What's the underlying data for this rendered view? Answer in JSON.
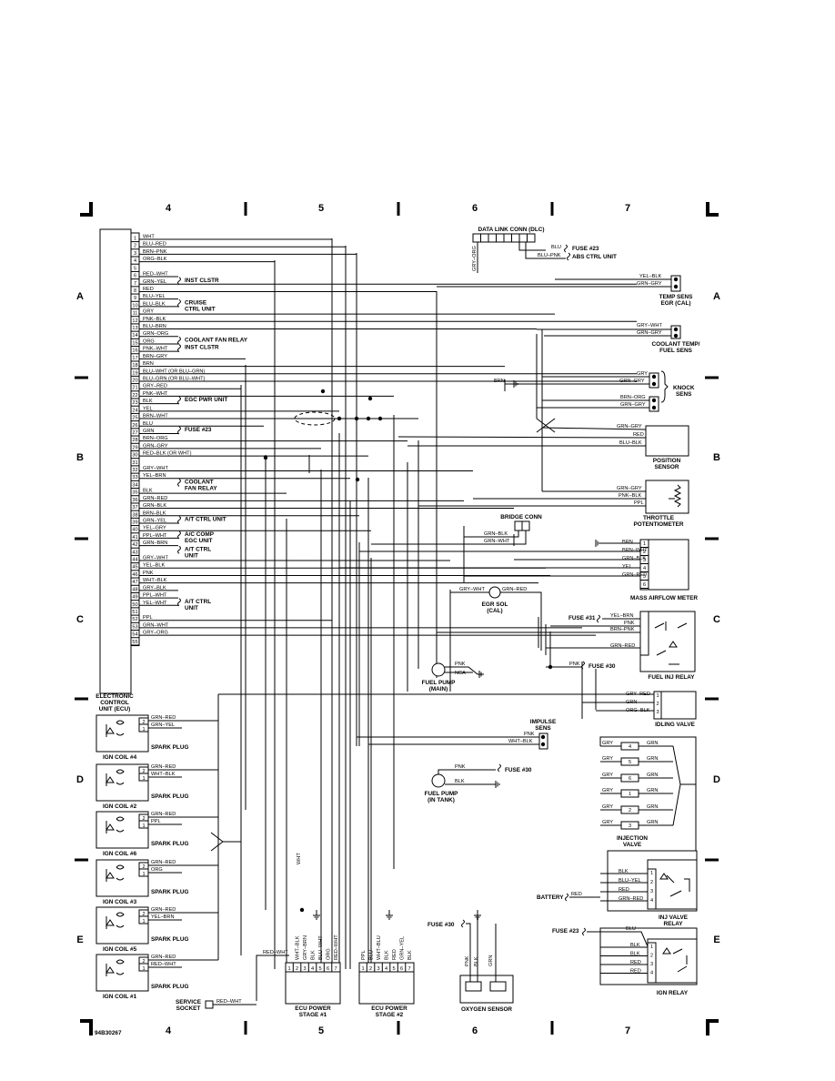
{
  "grid": {
    "columns": [
      "4",
      "5",
      "6",
      "7"
    ],
    "rows": [
      "A",
      "B",
      "C",
      "D",
      "E"
    ]
  },
  "figure_id": "94B30267",
  "ecu": {
    "label_lines": [
      "ELECTRONIC",
      "CONTROL",
      "UNIT (ECU)"
    ],
    "pins": [
      {
        "num": "1",
        "wire": "WHT"
      },
      {
        "num": "2",
        "wire": "BLU–RED"
      },
      {
        "num": "3",
        "wire": "BRN–PNK"
      },
      {
        "num": "4",
        "wire": "ORG–BLK"
      },
      {
        "num": "5",
        "wire": ""
      },
      {
        "num": "6",
        "wire": "RED–WHT"
      },
      {
        "num": "7",
        "wire": "GRN–YEL"
      },
      {
        "num": "8",
        "wire": "RED"
      },
      {
        "num": "9",
        "wire": "BLU–YEL"
      },
      {
        "num": "10",
        "wire": "BLU–BLK"
      },
      {
        "num": "11",
        "wire": "GRY"
      },
      {
        "num": "12",
        "wire": "PNK–BLK"
      },
      {
        "num": "13",
        "wire": "BLU–BRN"
      },
      {
        "num": "14",
        "wire": "GRN–ORG"
      },
      {
        "num": "15",
        "wire": "ORG"
      },
      {
        "num": "16",
        "wire": "PNK–WHT"
      },
      {
        "num": "17",
        "wire": "BRN–GRY"
      },
      {
        "num": "18",
        "wire": "BRN"
      },
      {
        "num": "19",
        "wire": "BLU–WHT (OR BLU–GRN)"
      },
      {
        "num": "20",
        "wire": "BLU–GRN (OR BLU–WHT)"
      },
      {
        "num": "21",
        "wire": "GRY–RED"
      },
      {
        "num": "22",
        "wire": "PNK–WHT"
      },
      {
        "num": "23",
        "wire": "BLK"
      },
      {
        "num": "24",
        "wire": "YEL"
      },
      {
        "num": "25",
        "wire": "BRN–WHT"
      },
      {
        "num": "26",
        "wire": "BLU"
      },
      {
        "num": "27",
        "wire": "GRN"
      },
      {
        "num": "28",
        "wire": "BRN–ORG"
      },
      {
        "num": "29",
        "wire": "GRN–GRY"
      },
      {
        "num": "30",
        "wire": "RED–BLK (OR WHT)"
      },
      {
        "num": "31",
        "wire": ""
      },
      {
        "num": "32",
        "wire": "GRY–WHT"
      },
      {
        "num": "33",
        "wire": "YEL–BRN"
      },
      {
        "num": "34",
        "wire": ""
      },
      {
        "num": "35",
        "wire": "BLK"
      },
      {
        "num": "36",
        "wire": "GRN–RED"
      },
      {
        "num": "37",
        "wire": "GRN–BLK"
      },
      {
        "num": "38",
        "wire": "BRN–BLK"
      },
      {
        "num": "39",
        "wire": "GRN–YEL"
      },
      {
        "num": "40",
        "wire": "YEL–GRY"
      },
      {
        "num": "41",
        "wire": "PPL–WHT"
      },
      {
        "num": "42",
        "wire": "GRN–BRN"
      },
      {
        "num": "43",
        "wire": ""
      },
      {
        "num": "44",
        "wire": "GRY–WHT"
      },
      {
        "num": "45",
        "wire": "YEL–BLK"
      },
      {
        "num": "46",
        "wire": "PNK"
      },
      {
        "num": "47",
        "wire": "WHT–BLK"
      },
      {
        "num": "48",
        "wire": "GRY–BLK"
      },
      {
        "num": "49",
        "wire": "PPL–WHT"
      },
      {
        "num": "50",
        "wire": "YEL–WHT"
      },
      {
        "num": "51",
        "wire": ""
      },
      {
        "num": "52",
        "wire": "PPL"
      },
      {
        "num": "53",
        "wire": "GRN–WHT"
      },
      {
        "num": "54",
        "wire": "GRY–ORG"
      },
      {
        "num": "55",
        "wire": ""
      }
    ],
    "side_labels": [
      {
        "pin": "7",
        "lines": [
          "INST CLSTR"
        ]
      },
      {
        "pin": "10",
        "lines": [
          "CRUISE",
          "CTRL UNIT"
        ]
      },
      {
        "pin": "15",
        "lines": [
          "COOLANT FAN RELAY"
        ]
      },
      {
        "pin": "16",
        "lines": [
          "INST CLSTR"
        ]
      },
      {
        "pin": "23",
        "lines": [
          "EGC PWR UNIT"
        ]
      },
      {
        "pin": "27",
        "lines": [
          "FUSE #23"
        ]
      },
      {
        "pin": "34",
        "lines": [
          "COOLANT",
          "FAN RELAY"
        ]
      },
      {
        "pin": "39",
        "lines": [
          "A/T CTRL UNIT"
        ]
      },
      {
        "pin": "41",
        "lines": [
          "A/C COMP",
          "EGC UNIT"
        ]
      },
      {
        "pin": "43",
        "lines": [
          "A/T CTRL",
          "UNIT"
        ]
      },
      {
        "pin": "50",
        "lines": [
          "A/T CTRL",
          "UNIT"
        ]
      }
    ]
  },
  "components": {
    "dlc": {
      "title": "DATA LINK CONN (DLC)",
      "wire_down": "GRY–ORG",
      "w1": "BLU",
      "w2": "BLU–PNK",
      "dest1": "FUSE #23",
      "dest2": "ABS CTRL UNIT"
    },
    "temp_sens_egr": {
      "lines": [
        "TEMP SENS",
        "EGR (CAL)"
      ],
      "w1": "YEL–BLK",
      "w2": "GRN–GRY"
    },
    "coolant_temp": {
      "lines": [
        "COOLANT TEMP/",
        "FUEL SENS"
      ],
      "w1": "GRY–WHT",
      "w2": "GRN–GRY"
    },
    "knock": {
      "lines": [
        "KNOCK",
        "SENS"
      ],
      "w_brn": "BRN",
      "w1": "GRY",
      "w2": "GRN–GRY",
      "w3": "BRN–ORG",
      "w4": "GRN–GRY"
    },
    "position": {
      "lines": [
        "POSITION",
        "SENSOR"
      ],
      "w1": "GRN–GRY",
      "w2": "RED",
      "w3": "BLU–BLK"
    },
    "throttle": {
      "lines": [
        "THROTTLE",
        "POTENTIOMETER"
      ],
      "w1": "GRN–GRY",
      "w2": "PNK–BLK",
      "w3": "PPL"
    },
    "bridge": {
      "title": "BRIDGE CONN",
      "w1": "GRN–BLK",
      "w2": "GRN–WHT"
    },
    "maf": {
      "title": "MASS AIRFLOW METER",
      "wires": [
        "BRN",
        "BRN–WHT",
        "GRN–BLK",
        "YEL",
        "GRN–RED",
        ""
      ],
      "pins": [
        "1",
        "2",
        "3",
        "4",
        "5",
        "6"
      ]
    },
    "egr_sol": {
      "lines": [
        "EGR SOL",
        "(CAL)"
      ],
      "w1": "GRY–WHT",
      "w2": "GRN–RED"
    },
    "fuel_inj_relay": {
      "title": "FUEL INJ RELAY",
      "fuse31": "FUSE #31",
      "w1": "YEL–BRN",
      "w2": "PNK",
      "w3": "BRN–PNK",
      "w4": "GRN–RED"
    },
    "fuel_pump_main": {
      "lines": [
        "FUEL PUMP",
        "(MAIN)"
      ],
      "w1": "PNK",
      "w2": "NCA",
      "fuse30": "FUSE #30",
      "wfuse": "PNK"
    },
    "idling": {
      "title": "IDLING VALVE",
      "wires": [
        "GRY–RED",
        "GRN",
        "ORG–BLK"
      ],
      "pins": [
        "1",
        "2",
        "3"
      ]
    },
    "impulse": {
      "lines": [
        "IMPULSE",
        "SENS"
      ],
      "w1": "PNK",
      "w2": "WHT–BLK"
    },
    "fuel_pump_tank": {
      "lines": [
        "FUEL PUMP",
        "(IN TANK)"
      ],
      "w1": "PNK",
      "w2": "BLK",
      "fuse30": "FUSE #30"
    },
    "injection": {
      "lines": [
        "INJECTION",
        "VALVE"
      ],
      "left": "GRY",
      "right": "GRN",
      "pins": [
        "4",
        "5",
        "6",
        "1",
        "2",
        "3"
      ]
    },
    "inj_valve_relay": {
      "lines": [
        "INJ VALVE",
        "RELAY"
      ],
      "battery": "BATTERY",
      "wires": [
        "BLK",
        "BLU–YEL",
        "RED",
        "GRN–RED"
      ],
      "wbat": "RED",
      "pins": [
        "1",
        "2",
        "3",
        "4"
      ]
    },
    "ign_relay": {
      "title": "IGN RELAY",
      "fuse23": "FUSE #23",
      "wblu": "BLU",
      "wires": [
        "BLK",
        "BLK",
        "RED",
        "RED"
      ],
      "pins": [
        "1",
        "2",
        "3",
        "4"
      ]
    },
    "oxygen": {
      "title": "OXYGEN SENSOR",
      "fuse30": "FUSE #30",
      "wires": [
        "PNK",
        "BLK",
        "GRN"
      ]
    },
    "stage1": {
      "lines": [
        "ECU POWER",
        "STAGE #1"
      ],
      "wires": [
        "WHT–BLK",
        "GRY–BRN",
        "BLK",
        "BLU–WHT",
        "ORG",
        "RED–WHT"
      ],
      "pins": [
        "1",
        "2",
        "3",
        "4",
        "5",
        "6",
        "7"
      ],
      "wht": "WHT",
      "redwht": "RED–WHT"
    },
    "stage2": {
      "lines": [
        "ECU POWER",
        "STAGE #2"
      ],
      "wires": [
        "PPL",
        "BLU",
        "WHT–BLU",
        "BLK",
        "RED",
        "GRN–YEL",
        "BLK"
      ],
      "pins": [
        "1",
        "2",
        "3",
        "4",
        "5",
        "6",
        "7"
      ]
    },
    "service": {
      "lines": [
        "SERVICE",
        "SOCKET"
      ],
      "wire": "RED–WHT"
    },
    "spark_plug": "SPARK PLUG",
    "coils": [
      {
        "label": "IGN COIL #4",
        "w2": "GRN–RED",
        "w1": "GRN–YEL"
      },
      {
        "label": "IGN COIL #2",
        "w2": "GRN–RED",
        "w1": "WHT–BLK"
      },
      {
        "label": "IGN COIL #6",
        "w2": "GRN–RED",
        "w1": "PPL"
      },
      {
        "label": "IGN COIL #3",
        "w2": "GRN–RED",
        "w1": "ORG"
      },
      {
        "label": "IGN COIL #5",
        "w2": "GRN–RED",
        "w1": "YEL–BRN"
      },
      {
        "label": "IGN COIL #1",
        "w2": "GRN–RED",
        "w1": "RED–WHT"
      }
    ],
    "misc_wires": {
      "brn_ground": "BRN",
      "blk_fuse23": "BLK"
    }
  }
}
